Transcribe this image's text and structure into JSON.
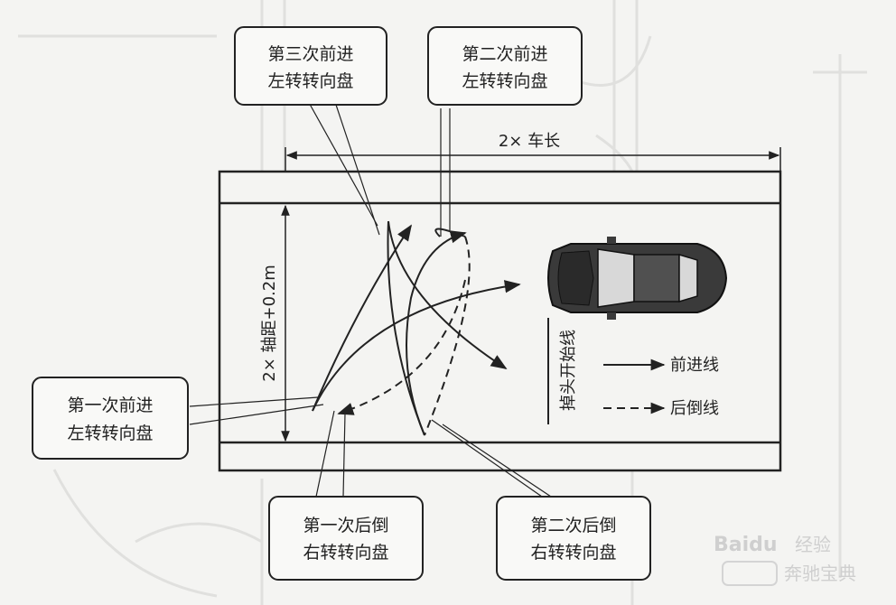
{
  "callouts": {
    "third_forward": {
      "line1": "第三次前进",
      "line2": "左转转向盘"
    },
    "second_forward": {
      "line1": "第二次前进",
      "line2": "左转转向盘"
    },
    "first_forward": {
      "line1": "第一次前进",
      "line2": "左转转向盘"
    },
    "first_reverse": {
      "line1": "第一次后倒",
      "line2": "右转转向盘"
    },
    "second_reverse": {
      "line1": "第二次后倒",
      "line2": "右转转向盘"
    }
  },
  "dimensions": {
    "road_length": "2× 车长",
    "road_width": "2× 轴距+0.2m"
  },
  "start_line_label": "掉头开始线",
  "legend": {
    "forward": "前进线",
    "reverse": "后倒线"
  },
  "watermark": {
    "logo": "Baidu",
    "text1": "经验",
    "text2": "奔驰宝典"
  },
  "colors": {
    "line": "#222222",
    "car_body": "#3a3a3a",
    "background": "#f4f4f2"
  }
}
